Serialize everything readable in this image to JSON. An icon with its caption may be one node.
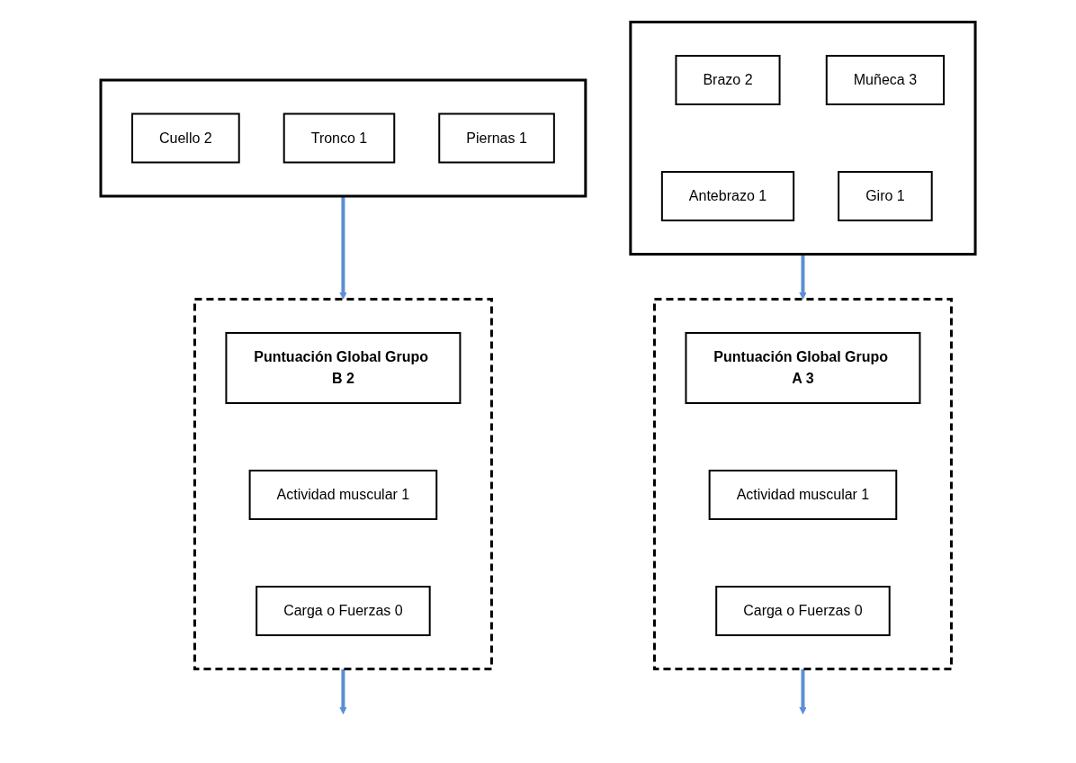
{
  "diagram": {
    "nodes": [
      {
        "text": [],
        "shape": "box"
      },
      {
        "text": [
          "Brazo 2"
        ],
        "in": 0
      },
      {
        "text": [
          "Muñeca 3"
        ],
        "in": 0
      },
      {
        "text": [
          "Antebrazo 1"
        ],
        "in": 0
      },
      {
        "text": [
          "Giro 1"
        ],
        "in": 0
      },
      {
        "text": [],
        "shape": "box"
      },
      {
        "text": [
          "Cuello 2"
        ],
        "in": 5
      },
      {
        "text": [
          "Tronco 1"
        ],
        "in": 5
      },
      {
        "text": [
          "Piernas 1"
        ],
        "in": 5
      },
      {
        "text": [],
        "shape": "box"
      },
      {
        "text": [
          "Puntuación Global Grupo A 3"
        ],
        "in": 9
      },
      {
        "text": [
          "Actividad muscular 1"
        ],
        "in": 9
      },
      {
        "text": [
          "Carga o Fuerzas 0"
        ],
        "in": 9
      },
      {
        "text": [],
        "shape": "box"
      },
      {
        "text": [
          "Puntuación Global Grupo B 2"
        ],
        "in": 13
      },
      {
        "text": [
          "Actividad muscular 1"
        ],
        "in": 13
      },
      {
        "text": [
          "Carga o Fuerzas 0"
        ],
        "in": 13
      }
    ],
    "edges": [
      {
        "from": 0,
        "to": 9,
        "arrow": "to",
        "color": "#5b8fd6"
      },
      {
        "from": 5,
        "to": 13,
        "arrow": "to",
        "color": "#5b8fd6"
      },
      {
        "from": 9,
        "to": null,
        "arrow": "to",
        "color": "#5b8fd6"
      },
      {
        "from": 13,
        "to": null,
        "arrow": "to",
        "color": "#5b8fd6"
      }
    ]
  }
}
